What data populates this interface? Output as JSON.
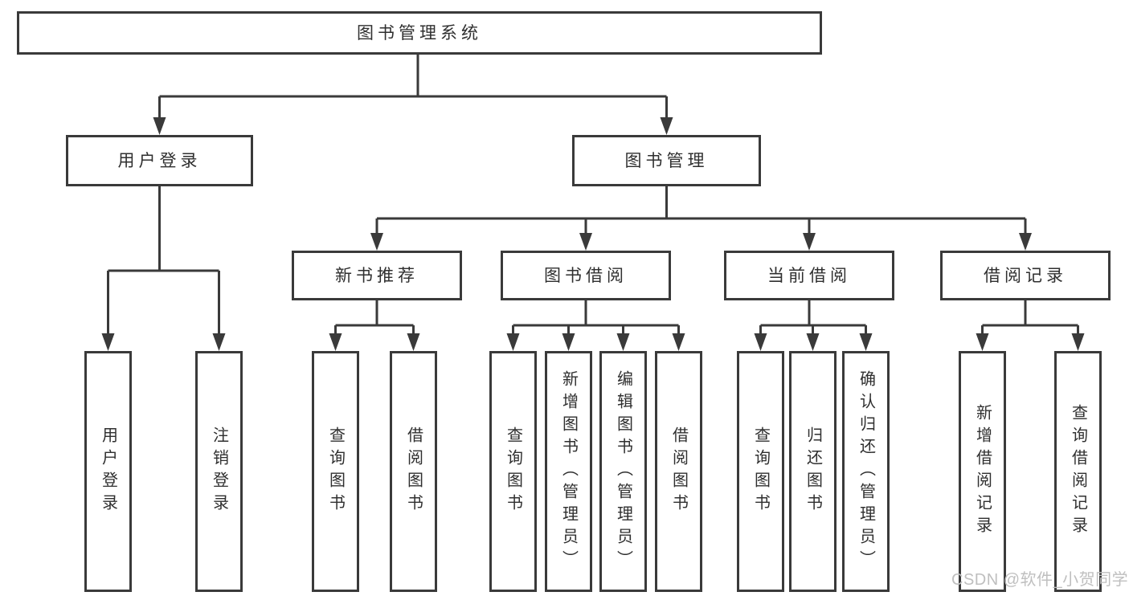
{
  "diagram": {
    "tree": {
      "label": "图书管理系统",
      "children": [
        {
          "label": "用户登录",
          "children": [
            {
              "label": "用户登录"
            },
            {
              "label": "注销登录"
            }
          ]
        },
        {
          "label": "图书管理",
          "children": [
            {
              "label": "新书推荐",
              "children": [
                {
                  "label": "查询图书"
                },
                {
                  "label": "借阅图书"
                }
              ]
            },
            {
              "label": "图书借阅",
              "children": [
                {
                  "label": "查询图书"
                },
                {
                  "label": "新增图书（管理员）"
                },
                {
                  "label": "编辑图书（管理员）"
                },
                {
                  "label": "借阅图书"
                }
              ]
            },
            {
              "label": "当前借阅",
              "children": [
                {
                  "label": "查询图书"
                },
                {
                  "label": "归还图书"
                },
                {
                  "label": "确认归还（管理员）"
                }
              ]
            },
            {
              "label": "借阅记录",
              "children": [
                {
                  "label": "新增借阅记录"
                },
                {
                  "label": "查询借阅记录"
                }
              ]
            }
          ]
        }
      ]
    },
    "colors": {
      "line": "#3a3a3a",
      "box_border": "#3a3a3a",
      "text": "#2f2f2f",
      "background": "#ffffff",
      "watermark": "#bfbfbf"
    }
  },
  "watermark": {
    "text": "CSDN @软件_小贺同学"
  }
}
